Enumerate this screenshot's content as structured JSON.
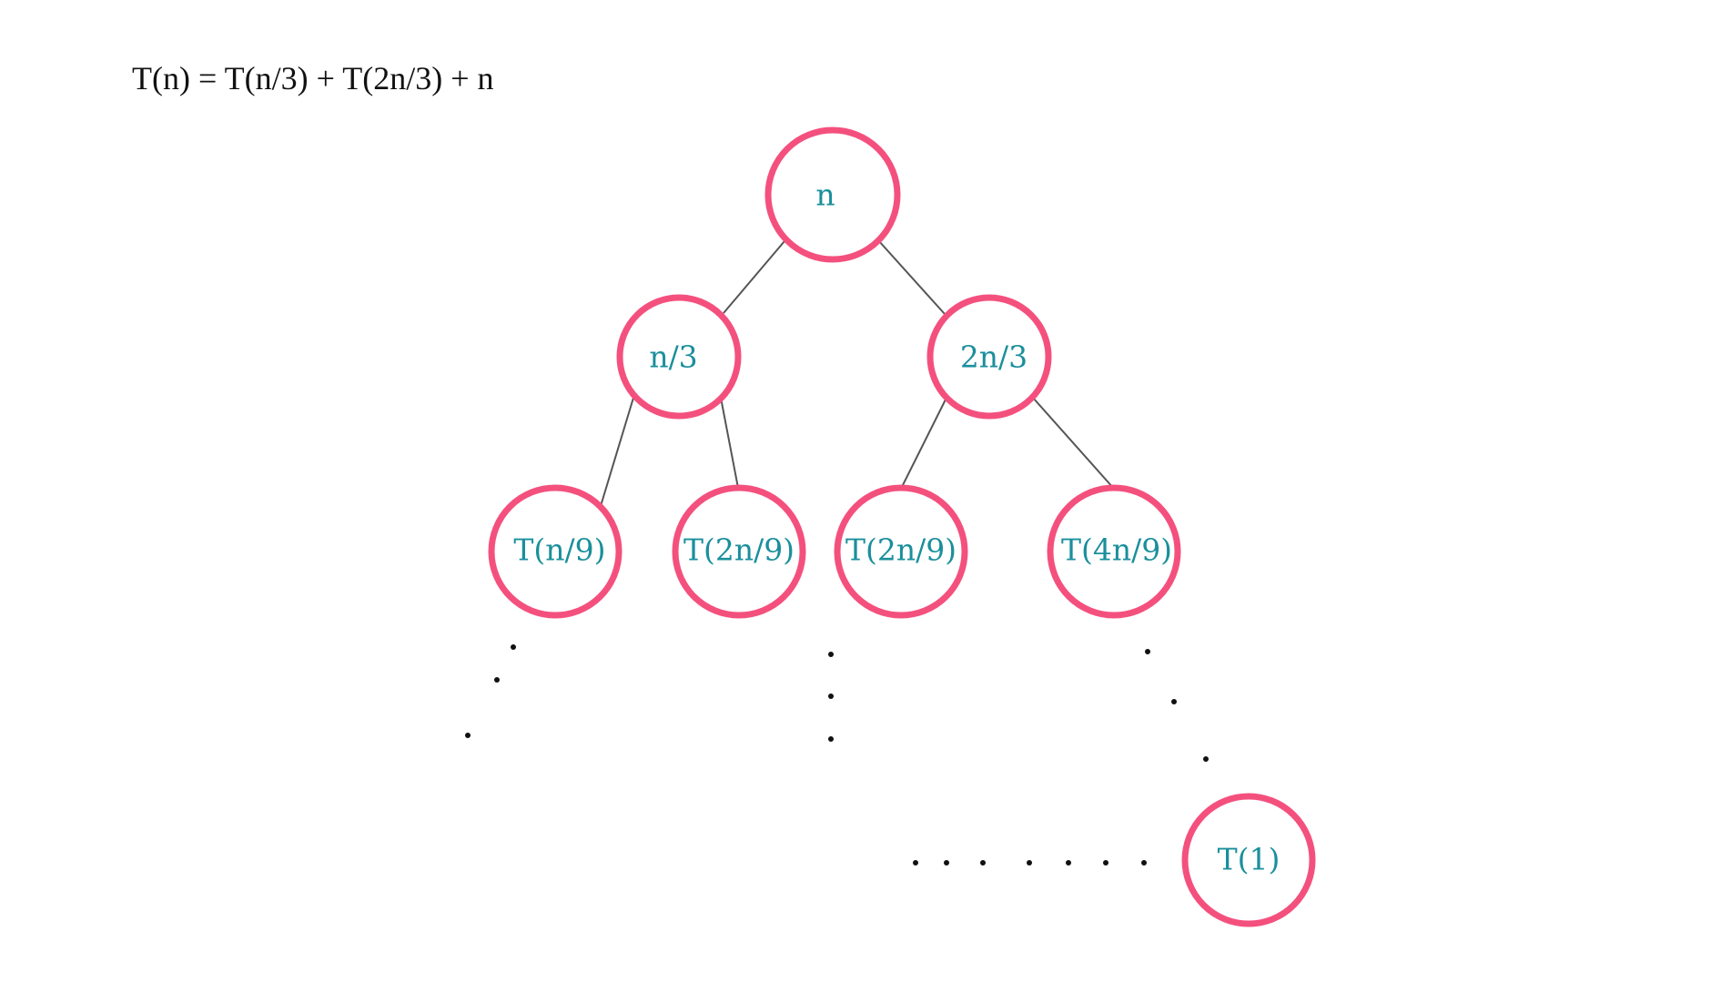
{
  "formula": "T(n) = T(n/3) + T(2n/3) + n",
  "tree": {
    "root": {
      "label": "n"
    },
    "level1": [
      {
        "label": "n/3"
      },
      {
        "label": "2n/3"
      }
    ],
    "level2": [
      {
        "label": "T(n/9)"
      },
      {
        "label": "T(2n/9)"
      },
      {
        "label": "T(2n/9)"
      },
      {
        "label": "T(4n/9)"
      }
    ],
    "leaf": {
      "label": "T(1)"
    }
  },
  "colors": {
    "node_border": "#f4507e",
    "node_label": "#1a8f9c",
    "edge": "#555555",
    "formula_text": "#111111"
  }
}
